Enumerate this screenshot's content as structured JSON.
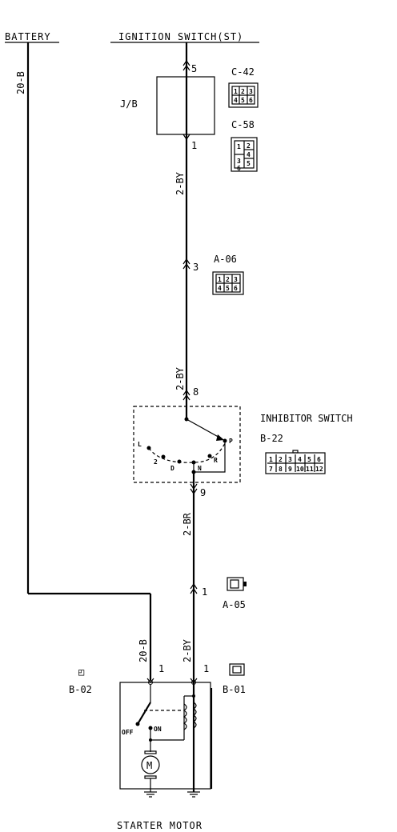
{
  "labels": {
    "battery": "BATTERY",
    "ignition": "IGNITION SWITCH(ST)",
    "jb": "J/B",
    "inhibitor": "INHIBITOR SWITCH",
    "starter": "STARTER MOTOR",
    "motor_symbol": "M",
    "off": "OFF",
    "on": "ON"
  },
  "wires": {
    "battery": "20-B",
    "by_upper": "2-BY",
    "by_mid": "2-BY",
    "br": "2-BR",
    "battery_lower": "20-B",
    "by_lower": "2-BY"
  },
  "pins": {
    "jb_in": "5",
    "jb_out": "1",
    "a06": "3",
    "inhib_in": "8",
    "inhib_out": "9",
    "a05": "1",
    "b02": "1",
    "b01": "1"
  },
  "connectors": {
    "c42": {
      "id": "C-42",
      "cells": [
        "1",
        "2",
        "3",
        "4",
        "5",
        "6"
      ]
    },
    "c58": {
      "id": "C-58",
      "cells": [
        "1",
        "2",
        "3",
        "4",
        "5",
        "6"
      ]
    },
    "a06": {
      "id": "A-06",
      "cells": [
        "1",
        "2",
        "3",
        "4",
        "5",
        "6"
      ]
    },
    "b22": {
      "id": "B-22",
      "cells": [
        "1",
        "2",
        "3",
        "4",
        "5",
        "6",
        "7",
        "8",
        "9",
        "10",
        "11",
        "12"
      ]
    },
    "a05": {
      "id": "A-05"
    },
    "b02": {
      "id": "B-02"
    },
    "b01": {
      "id": "B-01"
    }
  },
  "positions": [
    "L",
    "2",
    "D",
    "N",
    "R",
    "P"
  ]
}
